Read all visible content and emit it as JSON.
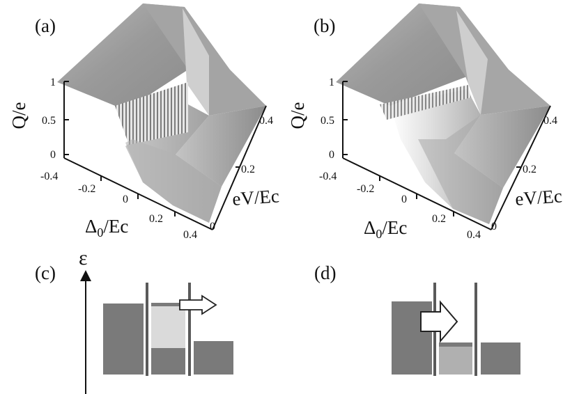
{
  "panels": {
    "a": {
      "label": "(a)",
      "zlabel": "Q/e",
      "xlabel": "Δ0/Ec",
      "ylabel": "eV/Ec",
      "zticks": [
        "1",
        "0.5",
        "0"
      ],
      "xticks": [
        "-0.4",
        "-0.2",
        "0",
        "0.2",
        "0.4"
      ],
      "yticks": [
        "0",
        "0.2",
        "0.4"
      ]
    },
    "b": {
      "label": "(b)",
      "zlabel": "Q/e",
      "xlabel": "Δ0/Ec",
      "ylabel": "eV/Ec",
      "zticks": [
        "1",
        "0.5",
        "0"
      ],
      "xticks": [
        "-0.4",
        "-0.2",
        "0",
        "0.2",
        "0.4"
      ],
      "yticks": [
        "0",
        "0.2",
        "0.4"
      ]
    },
    "c": {
      "label": "(c)",
      "energy_axis": "ε"
    },
    "d": {
      "label": "(d)"
    }
  },
  "colors": {
    "surface_light": "#d4d4d4",
    "surface_dark": "#8a8a8a",
    "block": "#7a7a7a",
    "block_light": "#dadada",
    "block_mid": "#b0b0b0",
    "barrier": "#5a5a5a"
  }
}
